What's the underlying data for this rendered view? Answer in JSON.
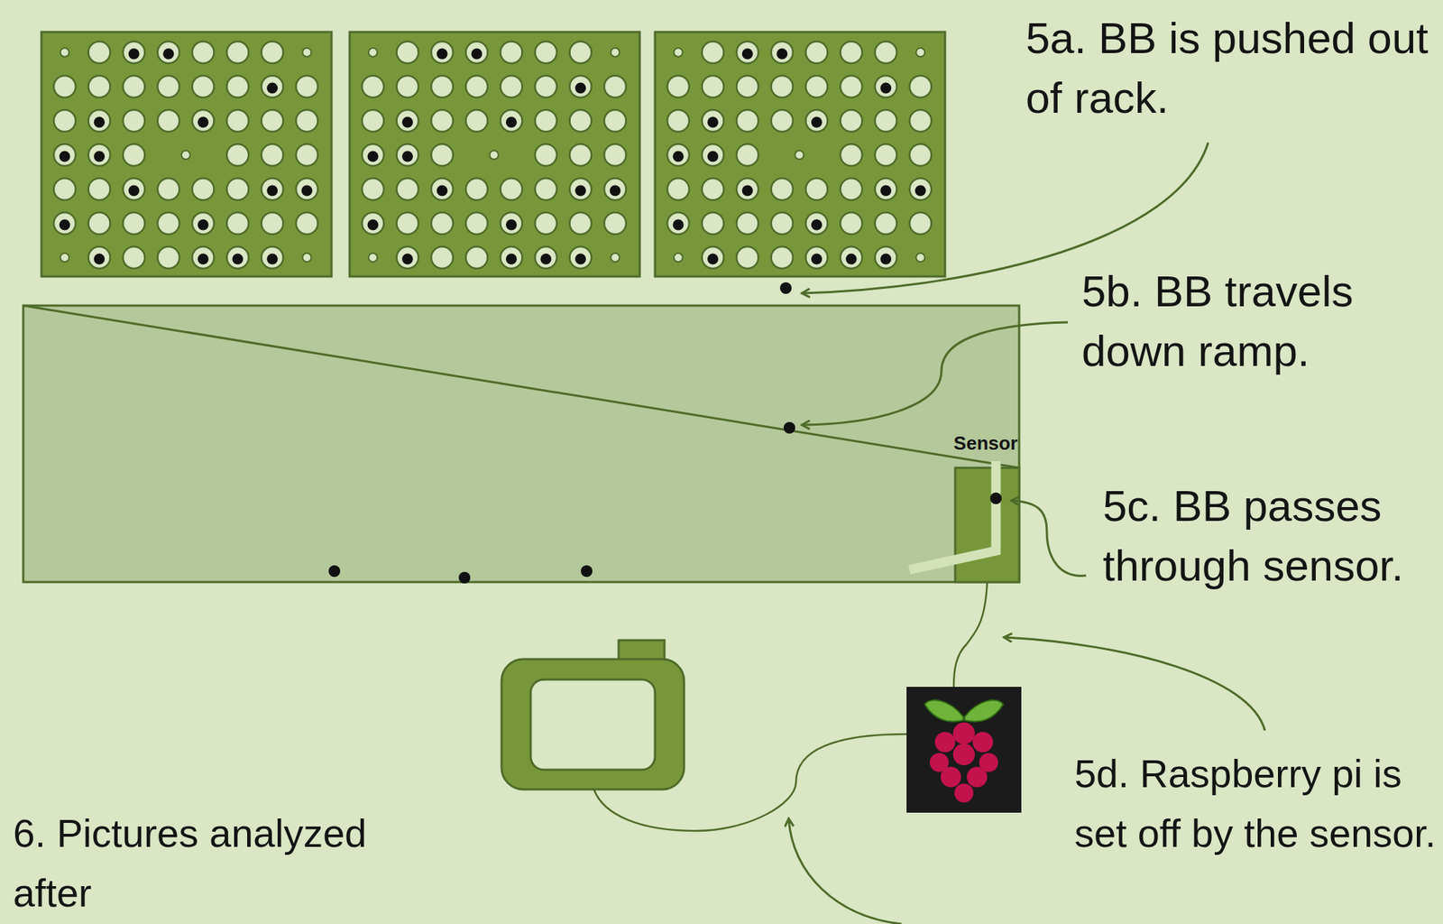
{
  "diagram": {
    "labels": [
      "5a. BB is pushed out of rack.",
      "5b. BB travels down ramp.",
      "Sensor",
      "5c. BB passes through sensor.",
      "5d. Raspberry pi is set off by the sensor.",
      "6. Pictures analyzed after"
    ]
  }
}
